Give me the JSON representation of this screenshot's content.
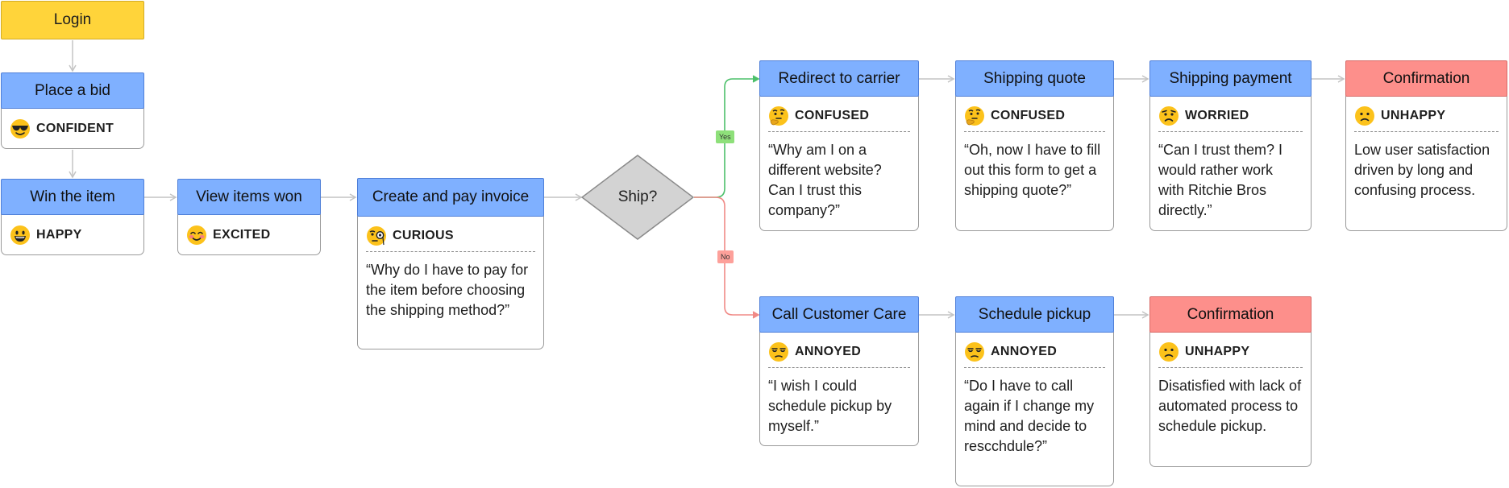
{
  "login": "Login",
  "nodes": {
    "place_bid": {
      "title": "Place a bid",
      "emotion": "CONFIDENT",
      "emoji": "smiling-face-with-sunglasses-icon"
    },
    "win_item": {
      "title": "Win the item",
      "emotion": "HAPPY",
      "emoji": "grinning-face-icon"
    },
    "view_won": {
      "title": "View items won",
      "emotion": "EXCITED",
      "emoji": "smiling-face-with-smiling-eyes-icon"
    },
    "invoice": {
      "title": "Create and pay invoice",
      "emotion": "CURIOUS",
      "emoji": "face-with-monocle-icon",
      "text": "“Why do I have to pay for the item before choosing the shipping method?”"
    },
    "redirect": {
      "title": "Redirect to carrier",
      "emotion": "CONFUSED",
      "emoji": "thinking-face-icon",
      "text": "“Why am I on a different website? Can I trust this company?”"
    },
    "quote": {
      "title": "Shipping quote",
      "emotion": "CONFUSED",
      "emoji": "thinking-face-icon",
      "text": "“Oh, now I have to fill out this form to get a shipping quote?”"
    },
    "payment": {
      "title": "Shipping payment",
      "emotion": "WORRIED",
      "emoji": "worried-face-icon",
      "text": "“Can I trust them? I would rather work with Ritchie Bros directly.”"
    },
    "confirm_top": {
      "title": "Confirmation",
      "emotion": "UNHAPPY",
      "emoji": "slightly-frowning-face-icon",
      "text": "Low user satisfaction driven by long and confusing process."
    },
    "call_care": {
      "title": "Call Customer Care",
      "emotion": "ANNOYED",
      "emoji": "unamused-face-icon",
      "text": "“I wish I could schedule pickup by myself.”"
    },
    "schedule": {
      "title": "Schedule pickup",
      "emotion": "ANNOYED",
      "emoji": "unamused-face-icon",
      "text": "“Do I have to call again if I change my mind and decide to rescchdule?”"
    },
    "confirm_bottom": {
      "title": "Confirmation",
      "emotion": "UNHAPPY",
      "emoji": "slightly-frowning-face-icon",
      "text": "Disatisfied with lack of automated process to schedule pickup."
    }
  },
  "decision": {
    "label": "Ship?",
    "yes": "Yes",
    "no": "No"
  },
  "colors": {
    "login": "#ffd43a",
    "step": "#7fb0ff",
    "end": "#fd8f8b",
    "decision": "#d3d3d3",
    "yes_path": "#4cc06a",
    "no_path": "#f08a86",
    "connector": "#c4c4c4"
  }
}
